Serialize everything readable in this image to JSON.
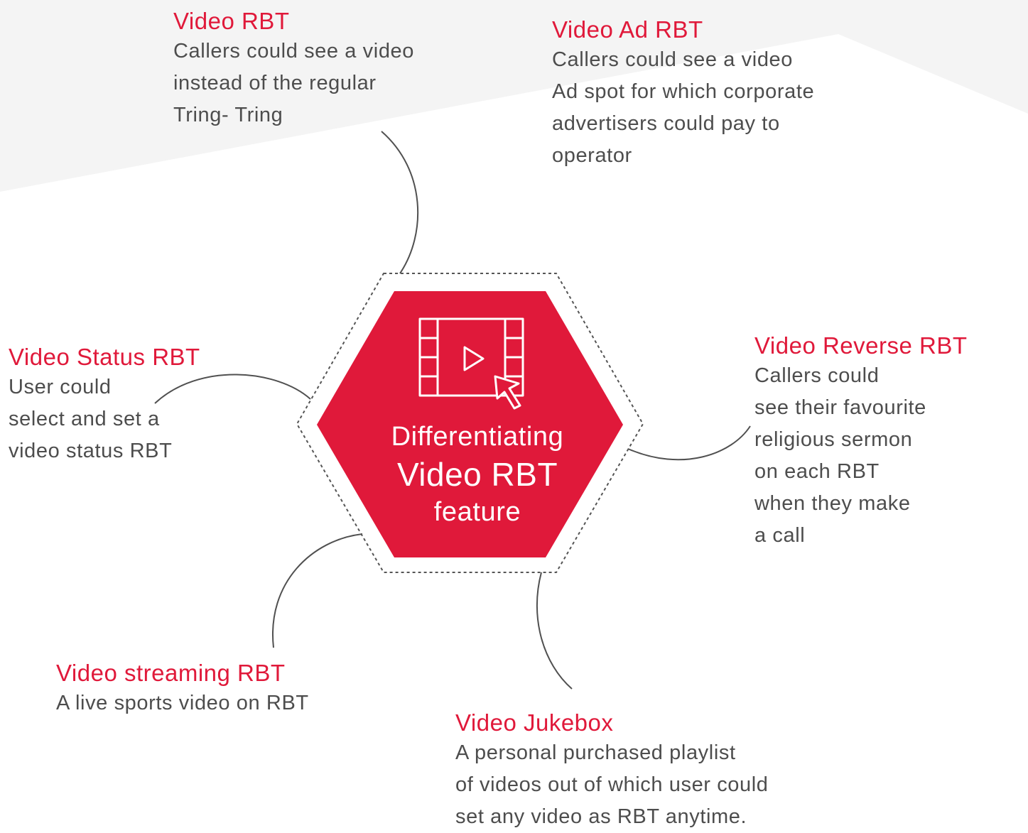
{
  "center": {
    "line1": "Differentiating",
    "line2": "Video RBT",
    "line3": "feature",
    "icon": "video-cursor-icon",
    "fill_color": "#e0193a"
  },
  "features": {
    "video_rbt": {
      "title": "Video RBT",
      "desc": [
        "Callers could see a video",
        "instead of the regular",
        "Tring- Tring"
      ]
    },
    "video_ad_rbt": {
      "title": "Video Ad RBT",
      "desc": [
        "Callers could see a video",
        "Ad spot for which corporate",
        "advertisers could pay to",
        "operator"
      ]
    },
    "video_status_rbt": {
      "title": "Video Status RBT",
      "desc": [
        "User could",
        "select and set a",
        "video status RBT"
      ]
    },
    "video_reverse_rbt": {
      "title": "Video Reverse RBT",
      "desc": [
        "Callers could",
        "see  their favourite",
        "religious sermon",
        "on each RBT",
        "when they make",
        "a call"
      ]
    },
    "video_streaming_rbt": {
      "title": "Video streaming RBT",
      "desc": [
        "A live sports video on RBT"
      ]
    },
    "video_jukebox": {
      "title": "Video Jukebox",
      "desc": [
        "A personal purchased playlist",
        "of videos out of which user could",
        "set any video as RBT anytime."
      ]
    }
  },
  "colors": {
    "accent": "#e0193a",
    "text": "#4d4d4d",
    "connector": "#505050",
    "background_shape": "#f4f4f4"
  }
}
